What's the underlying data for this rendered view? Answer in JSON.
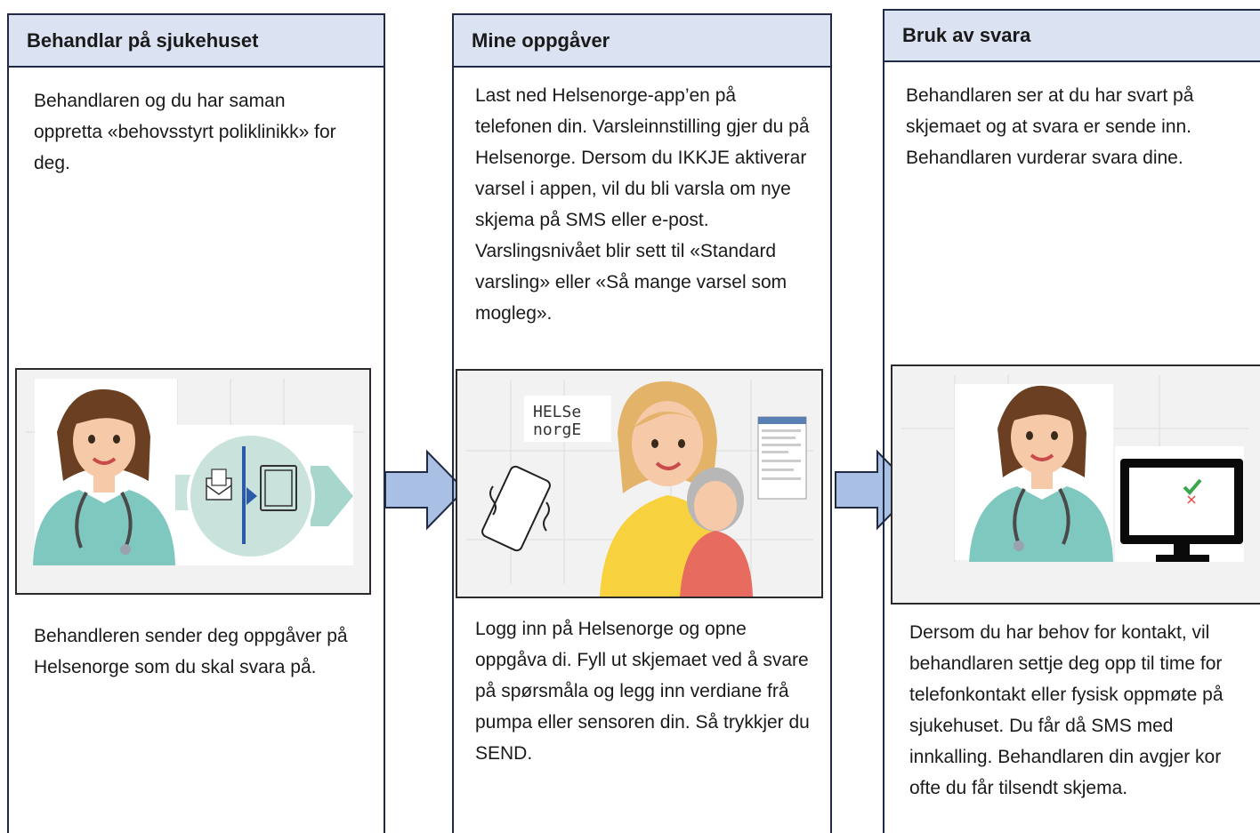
{
  "columns": [
    {
      "title": "Behandlar på sjukehuset",
      "top_text": "Behandlaren og du har saman oppretta «behovsstyrt poliklinikk» for deg.",
      "bottom_text": "Behandleren sender deg oppgåver på Helsenorge som du skal svara på."
    },
    {
      "title": "Mine oppgåver",
      "top_text": "Last ned Helsenorge-app’en på telefonen din. Varsleinnstilling gjer du på Helsenorge. Dersom du IKKJE aktiverar varsel i appen, vil du bli varsla om nye skjema på SMS eller e-post. Varslingsnivået blir sett til «Standard varsling» eller «Så mange varsel som mogleg».",
      "bottom_text": "Logg inn på Helsenorge og opne oppgåva di. Fyll ut skjemaet ved å svare på spørsmåla og legg inn verdiane frå pumpa eller sensoren din. Så trykkjer du SEND."
    },
    {
      "title": "Bruk av svara",
      "top_text": "Behandlaren ser at du har svart på skjemaet og at svara er sende inn. Behandlaren vurderar svara dine.",
      "bottom_text": "Dersom du har behov for kontakt, vil behandlaren settje deg opp til time for telefonkontakt eller fysisk oppmøte på sjukehuset. Du får då SMS med innkalling. Behandlaren din avgjer kor ofte du får tilsendt skjema."
    }
  ],
  "logo": {
    "line1": "HELSe",
    "line2": "norgE"
  },
  "colors": {
    "header_bg": "#dbe3f3",
    "border": "#1f2a44",
    "arrow_fill": "#a9bfe3",
    "scrub": "#7ec8c0",
    "yellow": "#f7d23e",
    "coral": "#e86b5f",
    "check": "#3aa64a",
    "cross": "#e04a4a"
  }
}
